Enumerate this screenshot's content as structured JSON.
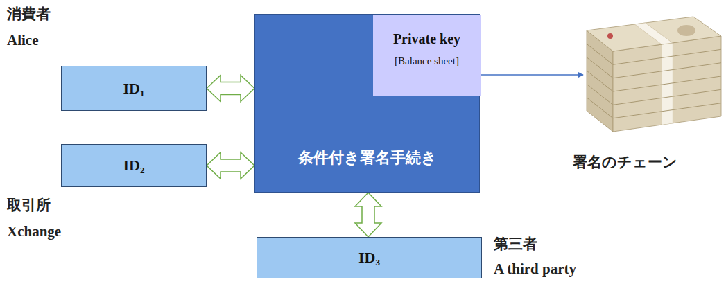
{
  "diagram": {
    "nodes": [
      {
        "text": [
          "条件付き署名手続き"
        ]
      },
      {
        "text": [
          "Private key",
          "[Balance sheet]"
        ],
        "in": 0
      },
      {
        "text": [
          "ID₁"
        ]
      },
      {
        "text": [
          "ID₂"
        ]
      },
      {
        "text": [
          "ID₃"
        ]
      }
    ],
    "edges": [
      {
        "from": 2,
        "to": 0,
        "arrow": "both"
      },
      {
        "from": 3,
        "to": 0,
        "arrow": "both"
      },
      {
        "from": 0,
        "to": 4,
        "arrow": "both"
      }
    ],
    "labels": [
      "消費者",
      "Alice",
      "取引所",
      "Xchange",
      "第三者",
      "A third party",
      "署名のチェーン"
    ]
  }
}
